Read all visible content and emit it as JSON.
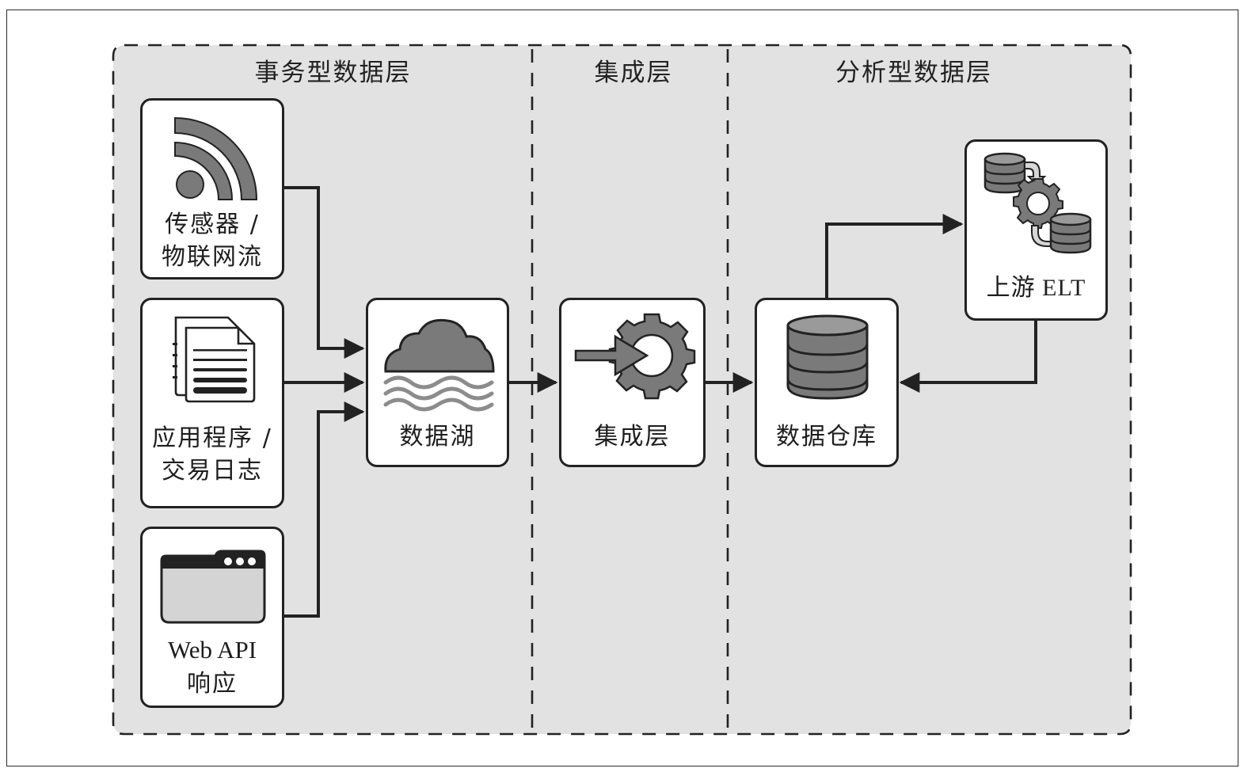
{
  "diagram": {
    "type": "data-architecture-flow",
    "layers": [
      {
        "id": "transactional",
        "title": "事务型数据层"
      },
      {
        "id": "integration",
        "title": "集成层"
      },
      {
        "id": "analytical",
        "title": "分析型数据层"
      }
    ],
    "nodes": {
      "sensors": {
        "line1": "传感器 /",
        "line2": "物联网流",
        "icon": "rss-feed-icon"
      },
      "apps": {
        "line1": "应用程序 /",
        "line2": "交易日志",
        "icon": "documents-icon"
      },
      "webapi": {
        "line1": "Web API",
        "line2": "响应",
        "icon": "browser-window-icon"
      },
      "datalake": {
        "label": "数据湖",
        "icon": "cloud-lake-icon"
      },
      "integration": {
        "label": "集成层",
        "icon": "gear-arrow-icon"
      },
      "warehouse": {
        "label": "数据仓库",
        "icon": "database-icon"
      },
      "elt": {
        "label": "上游 ELT",
        "icon": "database-transform-icon"
      }
    },
    "edges": [
      {
        "from": "sensors",
        "to": "datalake"
      },
      {
        "from": "apps",
        "to": "datalake"
      },
      {
        "from": "webapi",
        "to": "datalake"
      },
      {
        "from": "datalake",
        "to": "integration"
      },
      {
        "from": "integration",
        "to": "warehouse"
      },
      {
        "from": "warehouse",
        "to": "elt"
      },
      {
        "from": "elt",
        "to": "warehouse"
      }
    ],
    "colors": {
      "layer_fill": "#e2e2e2",
      "stroke": "#222222",
      "icon_fill": "#7a7a7a",
      "node_fill": "#ffffff"
    }
  }
}
